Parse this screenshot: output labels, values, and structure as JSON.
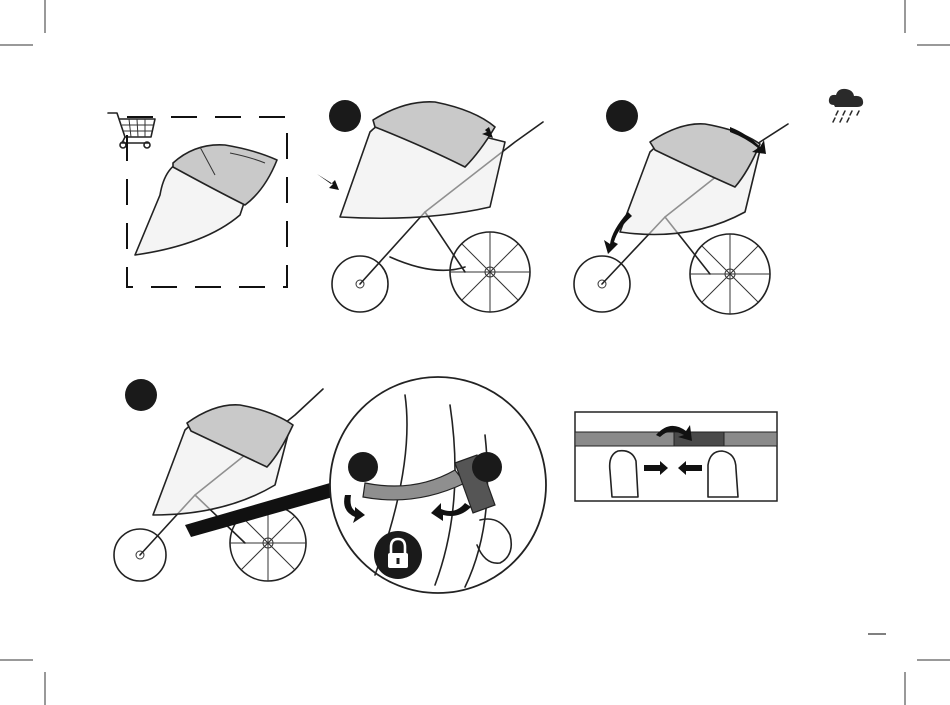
{
  "page": {
    "page_number": "",
    "accent_color": "#c9c9c9",
    "ink_color": "#1a1a1a"
  },
  "icons": {
    "cart": "shopping-cart-icon",
    "rain": "rain-cloud-icon",
    "lock": "padlock-icon"
  },
  "steps": [
    {
      "id": "1",
      "label": ""
    },
    {
      "id": "2",
      "label": ""
    },
    {
      "id": "3",
      "label": ""
    },
    {
      "id": "3a",
      "label": ""
    },
    {
      "id": "3b",
      "label": ""
    }
  ]
}
